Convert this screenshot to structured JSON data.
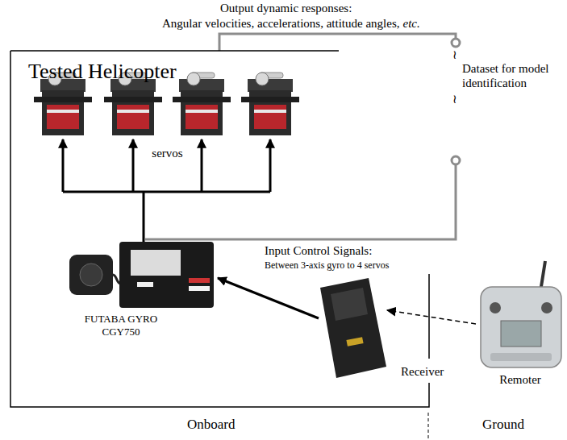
{
  "diagram": {
    "nodes": [
      {
        "text": [
          "Tested Helicopter"
        ]
      },
      {
        "text": [
          "servos"
        ],
        "in": 0
      },
      {
        "text": [
          "FUTABA GYRO CGY750"
        ],
        "in": 0
      },
      {
        "text": [
          "Receiver"
        ],
        "in": 0
      },
      {
        "text": [
          "Remoter"
        ]
      }
    ],
    "edges": [
      {
        "from": 2,
        "to": 1,
        "arrow": "to"
      },
      {
        "from": 3,
        "to": 2,
        "arrow": "to"
      },
      {
        "from": 4,
        "to": 3,
        "arrow": "to"
      }
    ],
    "labels": [
      "Output dynamic responses:",
      "Angular velocities, accelerations, attitude angles,",
      "etc.",
      "≀",
      "Dataset for model identification",
      "≀",
      "Input Control Signals:",
      "Between 3-axis gyro to 4 servos",
      "Onboard",
      "Ground"
    ]
  }
}
